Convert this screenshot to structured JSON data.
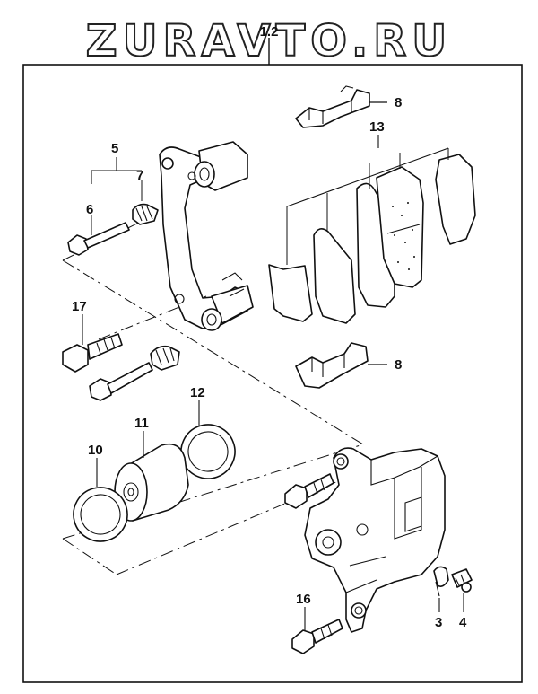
{
  "watermark": "ZURAVTO.RU",
  "callouts": [
    {
      "id": "c-12top",
      "text": "1.2"
    },
    {
      "id": "c-8a",
      "text": "8"
    },
    {
      "id": "c-13",
      "text": "13"
    },
    {
      "id": "c-5",
      "text": "5"
    },
    {
      "id": "c-7",
      "text": "7"
    },
    {
      "id": "c-6",
      "text": "6"
    },
    {
      "id": "c-17",
      "text": "17"
    },
    {
      "id": "c-8b",
      "text": "8"
    },
    {
      "id": "c-12",
      "text": "12"
    },
    {
      "id": "c-11",
      "text": "11"
    },
    {
      "id": "c-10",
      "text": "10"
    },
    {
      "id": "c-16",
      "text": "16"
    },
    {
      "id": "c-3",
      "text": "3"
    },
    {
      "id": "c-4",
      "text": "4"
    }
  ]
}
